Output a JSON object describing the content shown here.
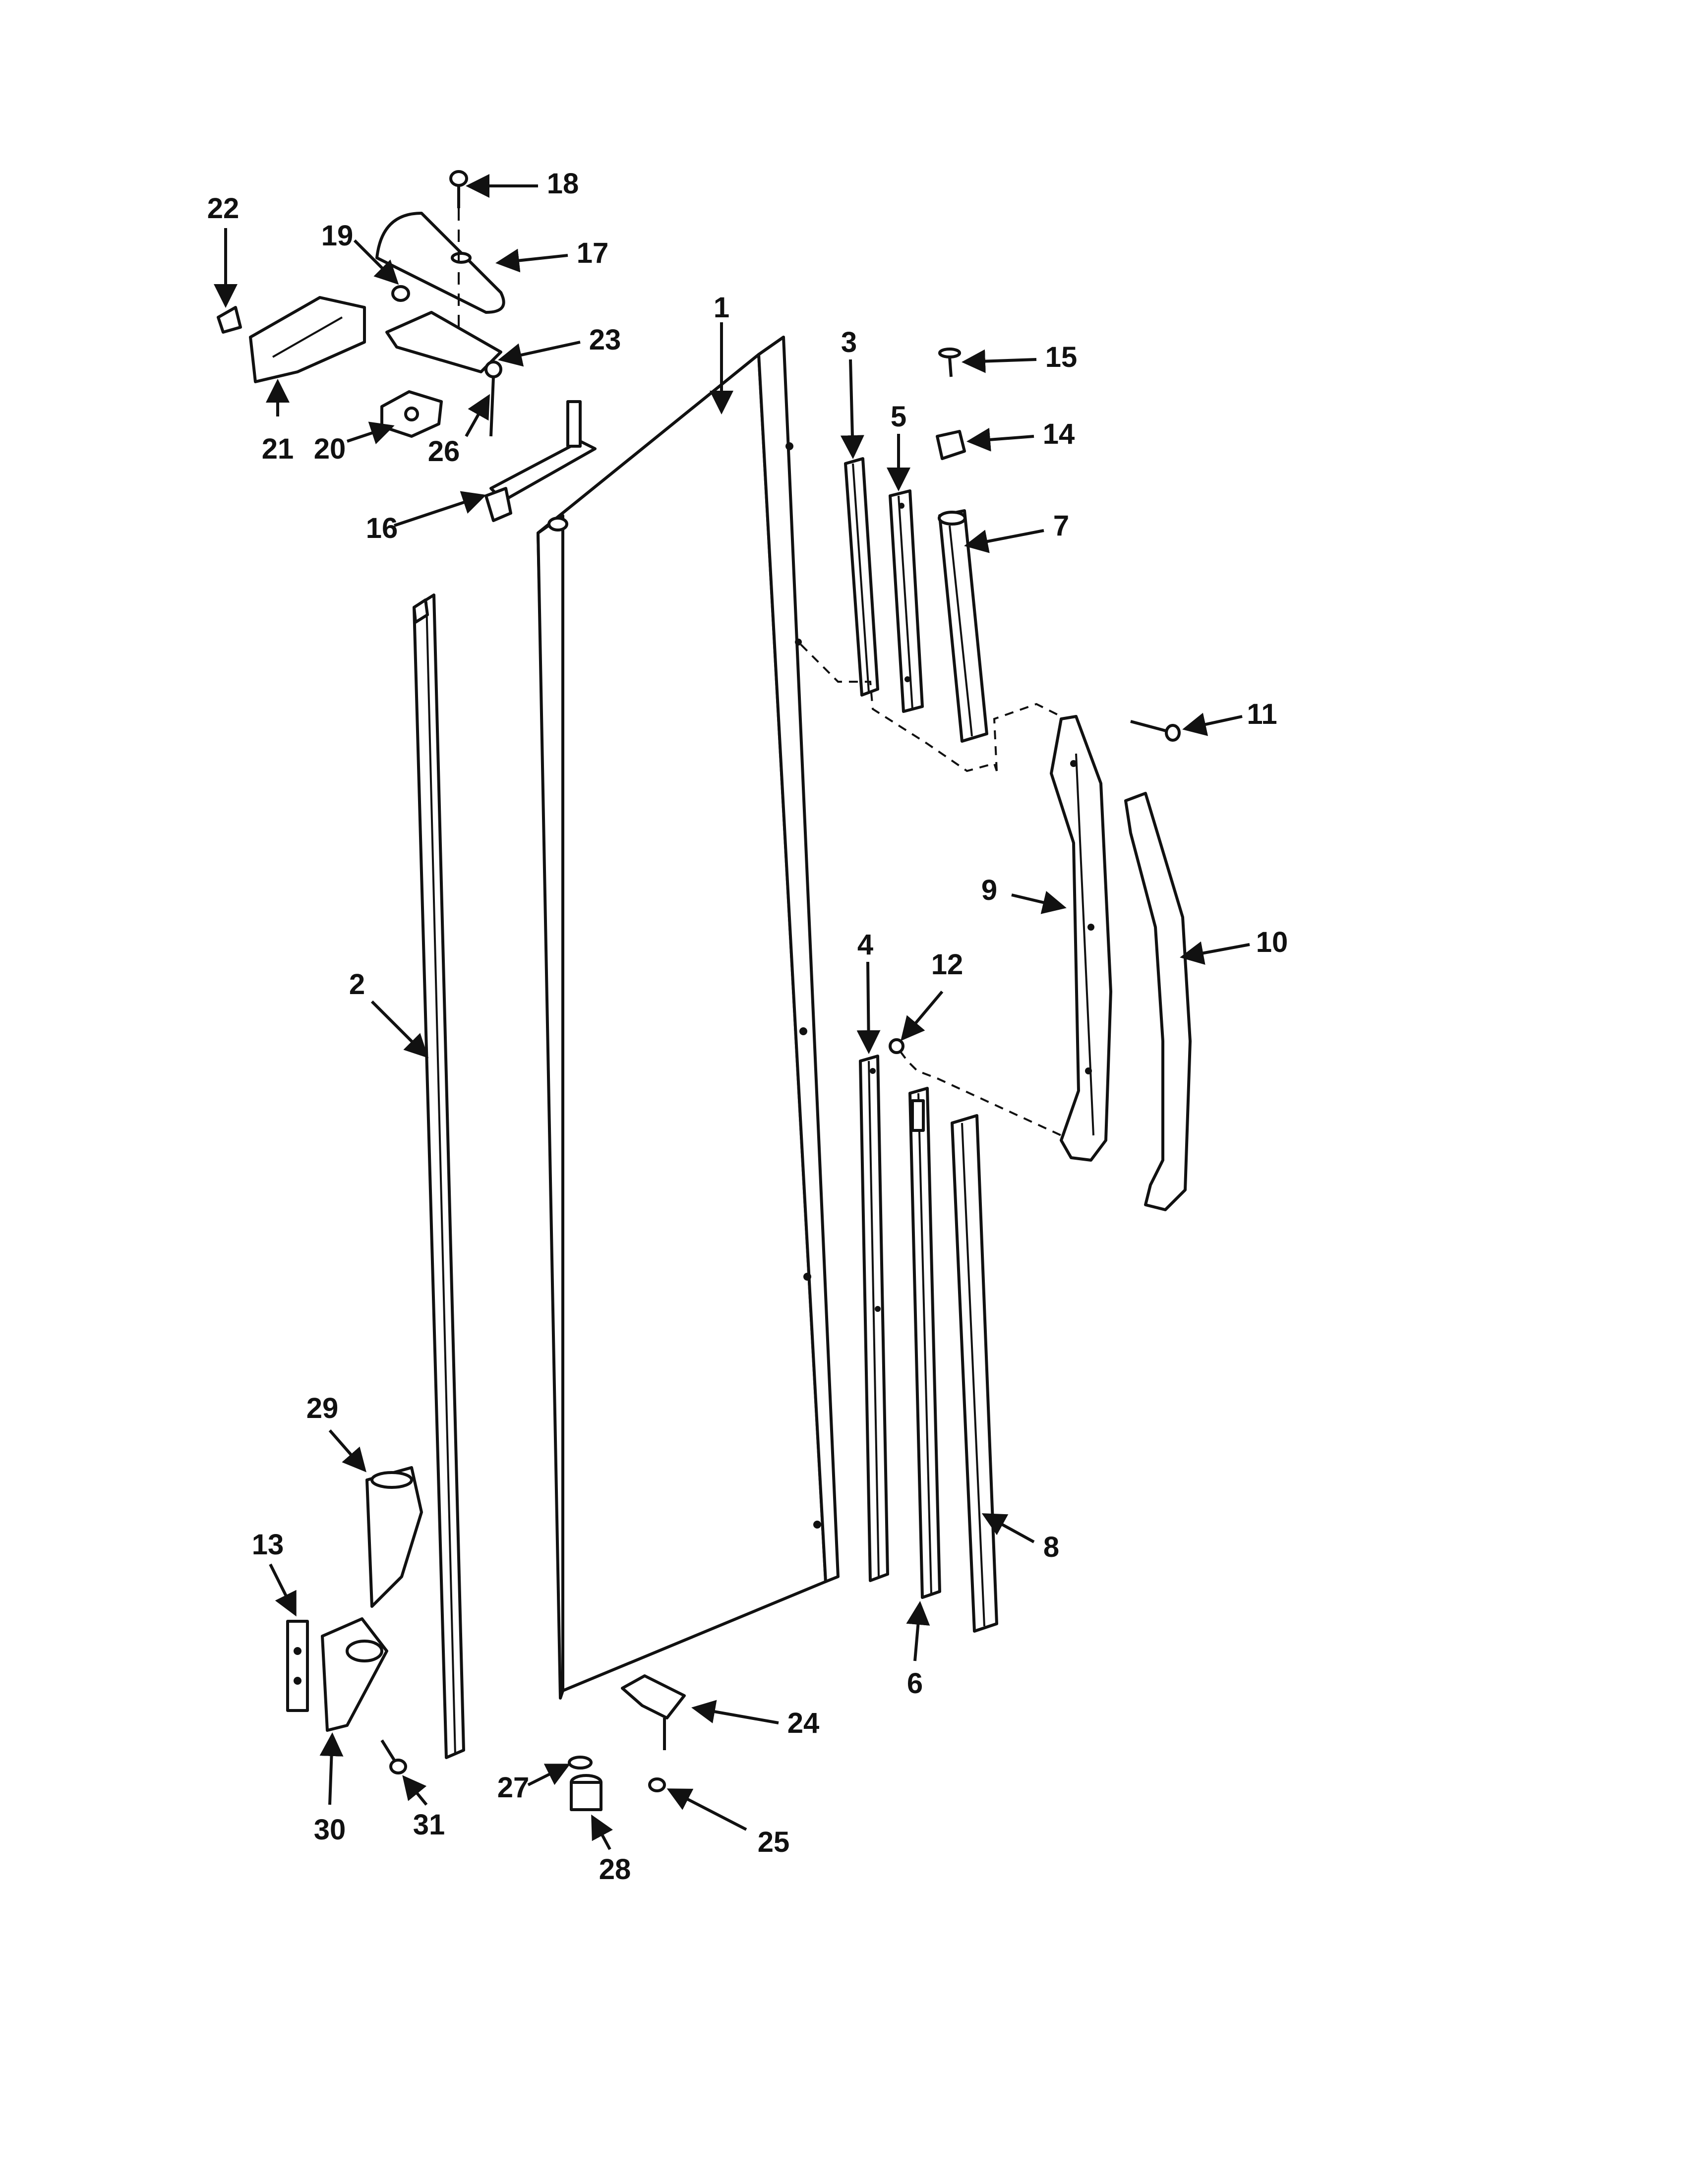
{
  "diagram": {
    "callouts": [
      "1",
      "2",
      "3",
      "4",
      "5",
      "6",
      "7",
      "8",
      "9",
      "10",
      "11",
      "12",
      "13",
      "14",
      "15",
      "16",
      "17",
      "18",
      "19",
      "20",
      "21",
      "22",
      "23",
      "24",
      "25",
      "26",
      "27",
      "28",
      "29",
      "30",
      "31"
    ]
  }
}
